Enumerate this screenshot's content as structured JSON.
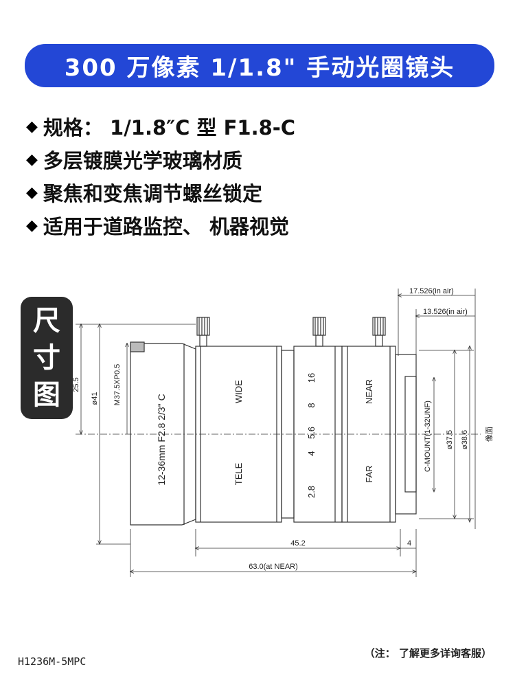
{
  "title": "300 万像素 1/1.8\" 手动光圈镜头",
  "features": [
    "规格： 1/1.8″C 型 F1.8-C",
    "多层镀膜光学玻璃材质",
    "聚焦和变焦调节螺丝锁定",
    "适用于道路监控、 机器视觉"
  ],
  "bullet_symbol": "◆",
  "size_badge": [
    "尺",
    "寸",
    "图"
  ],
  "drawing": {
    "dim_top_1": "17.526(in air)",
    "dim_top_2": "13.526(in air)",
    "dim_left_height": "25.5",
    "dim_left_dia": "ø41",
    "thread_label": "M37.5XP0.5",
    "lens_spec": "12-36mm  F2.8  2/3\"  C",
    "ring_wide": "WIDE",
    "ring_tele": "TELE",
    "iris_numbers": [
      "16",
      "8",
      "5.6",
      "4",
      "2.8"
    ],
    "ring_near": "NEAR",
    "ring_far": "FAR",
    "mount_label": "C-MOUNT(1-32UNF)",
    "dim_dia_37": "ø37.5",
    "dim_dia_38": "ø38.6",
    "image_plane": "像面",
    "dim_bottom_1": "45.2",
    "dim_bottom_2": "4",
    "dim_bottom_3": "63.0(at NEAR)"
  },
  "model": "H1236M-5MPC",
  "note": "（注： 了解更多详询客服）",
  "colors": {
    "banner": "#2347d6",
    "badge": "#2b2b2b"
  }
}
